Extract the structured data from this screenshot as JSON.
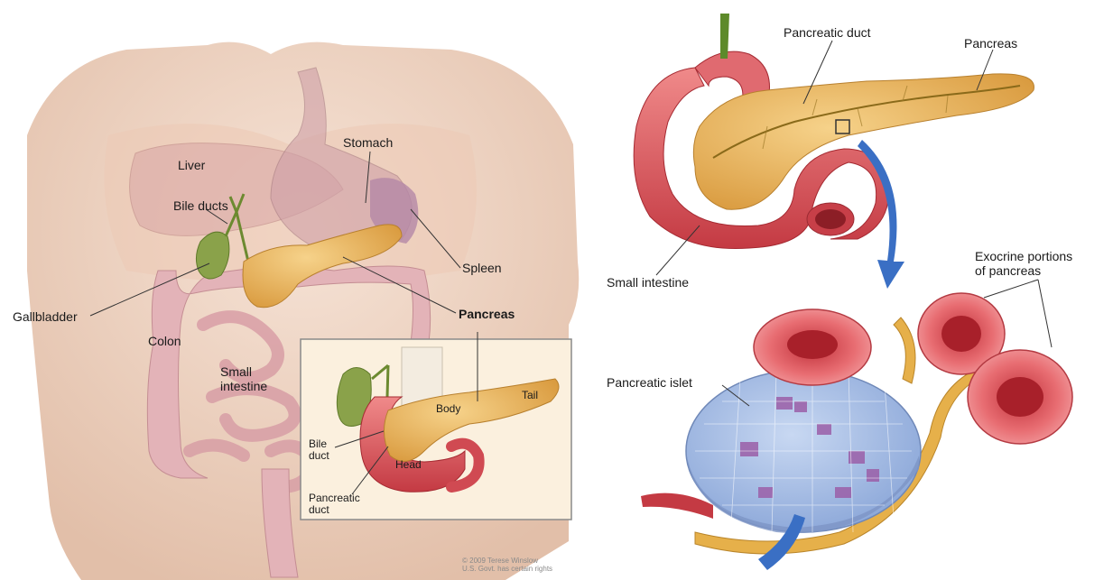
{
  "left_diagram": {
    "labels": {
      "stomach": "Stomach",
      "liver": "Liver",
      "bile_ducts": "Bile ducts",
      "spleen": "Spleen",
      "gallbladder": "Gallbladder",
      "pancreas": "Pancreas",
      "colon": "Colon",
      "small_intestine": "Small\nintestine"
    },
    "inset": {
      "body": "Body",
      "tail": "Tail",
      "bile_duct": "Bile\nduct",
      "head": "Head",
      "pancreatic_duct": "Pancreatic\nduct"
    },
    "credit": "© 2009 Terese Winslow\nU.S. Govt. has certain rights"
  },
  "right_diagram": {
    "labels": {
      "pancreatic_duct": "Pancreatic duct",
      "pancreas": "Pancreas",
      "small_intestine": "Small intestine",
      "exocrine": "Exocrine portions\nof pancreas",
      "pancreatic_islet": "Pancreatic islet"
    }
  },
  "colors": {
    "skin": "#f0d6c6",
    "organ_pink": "#e8b4b8",
    "pancreas": "#e9b35a",
    "intestine_red": "#d84f55",
    "islet_blue": "#a9c1e6",
    "arrow_blue": "#3a6fc4",
    "gallbladder_green": "#7a9a3a"
  }
}
